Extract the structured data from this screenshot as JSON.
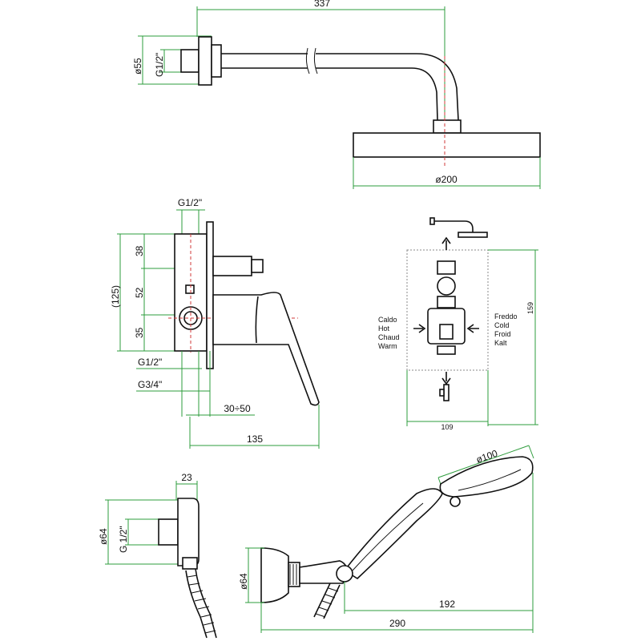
{
  "colors": {
    "outline": "#111111",
    "dimension": "#2e9c3c",
    "centerline": "#d23a3a"
  },
  "shower_arm": {
    "length": "337",
    "flange_diameter": "ø55",
    "thread": "G1/2\"",
    "head_diameter": "ø200"
  },
  "mixer": {
    "top_thread": "G1/2\"",
    "overall_height": "(125)",
    "segment_top": "38",
    "segment_mid": "52",
    "segment_bottom": "35",
    "bottom_thread_1": "G1/2\"",
    "bottom_thread_2": "G3/4\"",
    "wall_depth": "30÷50",
    "projection": "135"
  },
  "schematic": {
    "left_labels": [
      "Caldo",
      "Hot",
      "Chaud",
      "Warm"
    ],
    "right_labels": [
      "Freddo",
      "Cold",
      "Froid",
      "Kalt"
    ],
    "height": "159",
    "width": "109"
  },
  "wall_outlet": {
    "depth": "23",
    "diameter": "ø64",
    "thread": "G 1/2\""
  },
  "hand_shower": {
    "head_diameter": "ø100",
    "bracket_diameter": "ø64",
    "reach": "192",
    "overall_length": "290"
  }
}
